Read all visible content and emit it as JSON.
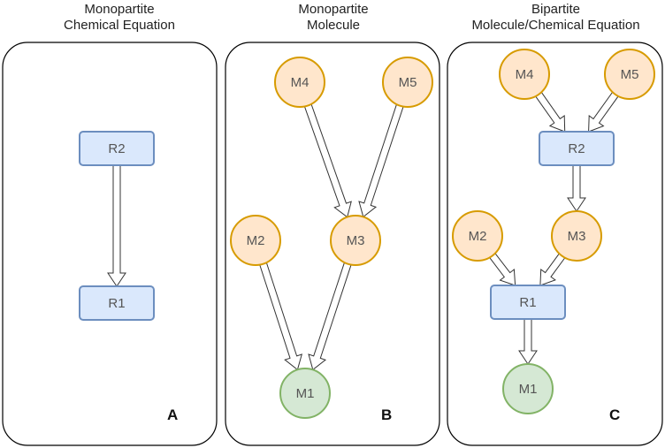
{
  "panels": [
    {
      "title_line1": "Monopartite",
      "title_line2": "Chemical Equation",
      "letter": "A",
      "nodes": [
        {
          "id": "R2",
          "label": "R2",
          "kind": "reaction"
        },
        {
          "id": "R1",
          "label": "R1",
          "kind": "reaction"
        }
      ],
      "edges": [
        {
          "from": "R2",
          "to": "R1"
        }
      ]
    },
    {
      "title_line1": "Monopartite",
      "title_line2": "Molecule",
      "letter": "B",
      "nodes": [
        {
          "id": "M4",
          "label": "M4",
          "kind": "reactant"
        },
        {
          "id": "M5",
          "label": "M5",
          "kind": "reactant"
        },
        {
          "id": "M2",
          "label": "M2",
          "kind": "reactant"
        },
        {
          "id": "M3",
          "label": "M3",
          "kind": "reactant"
        },
        {
          "id": "M1",
          "label": "M1",
          "kind": "product"
        }
      ],
      "edges": [
        {
          "from": "M4",
          "to": "M3"
        },
        {
          "from": "M5",
          "to": "M3"
        },
        {
          "from": "M2",
          "to": "M1"
        },
        {
          "from": "M3",
          "to": "M1"
        }
      ]
    },
    {
      "title_line1": "Bipartite",
      "title_line2": "Molecule/Chemical Equation",
      "letter": "C",
      "nodes": [
        {
          "id": "M4",
          "label": "M4",
          "kind": "reactant"
        },
        {
          "id": "M5",
          "label": "M5",
          "kind": "reactant"
        },
        {
          "id": "R2",
          "label": "R2",
          "kind": "reaction"
        },
        {
          "id": "M2",
          "label": "M2",
          "kind": "reactant"
        },
        {
          "id": "M3",
          "label": "M3",
          "kind": "reactant"
        },
        {
          "id": "R1",
          "label": "R1",
          "kind": "reaction"
        },
        {
          "id": "M1",
          "label": "M1",
          "kind": "product"
        }
      ],
      "edges": [
        {
          "from": "M4",
          "to": "R2"
        },
        {
          "from": "M5",
          "to": "R2"
        },
        {
          "from": "R2",
          "to": "M3"
        },
        {
          "from": "M2",
          "to": "R1"
        },
        {
          "from": "M3",
          "to": "R1"
        },
        {
          "from": "R1",
          "to": "M1"
        }
      ]
    }
  ],
  "colors": {
    "reaction_fill": "#dae8fc",
    "reaction_stroke": "#6c8ebf",
    "reactant_fill": "#ffe6cc",
    "reactant_stroke": "#d79b00",
    "product_fill": "#d5e8d4",
    "product_stroke": "#82b366",
    "panel_stroke": "#000000",
    "arrow_stroke": "#333333"
  }
}
